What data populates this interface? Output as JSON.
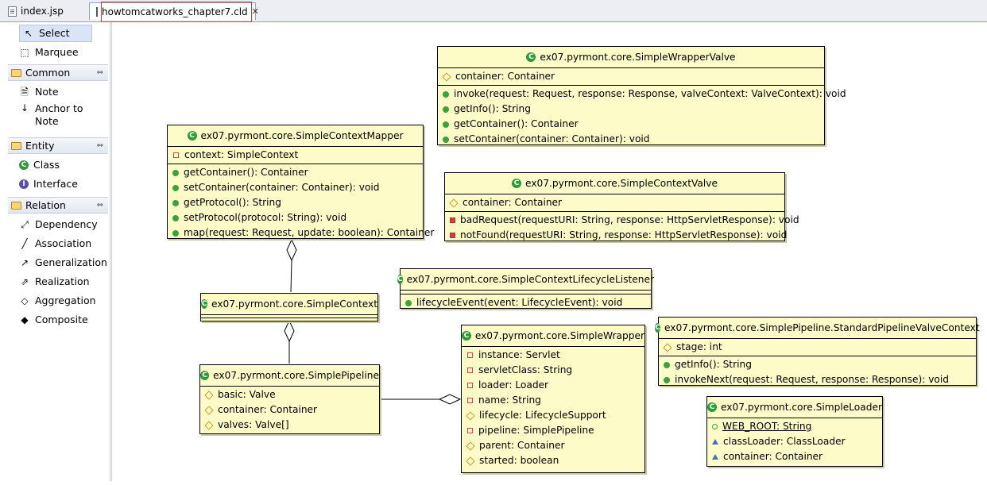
{
  "tabs": [
    {
      "label": "index.jsp",
      "active": false
    },
    {
      "label": "howtomcatworks_chapter7.cld",
      "active": true
    }
  ],
  "palette": {
    "tools": [
      {
        "label": "Select",
        "icon": "select-arrow-icon",
        "selected": true
      },
      {
        "label": "Marquee",
        "icon": "marquee-icon",
        "selected": false
      }
    ],
    "groups": [
      {
        "label": "Common",
        "items": [
          {
            "label": "Note",
            "icon": "note-icon"
          },
          {
            "label": "Anchor to Note",
            "icon": "anchor-icon"
          }
        ]
      },
      {
        "label": "Entity",
        "items": [
          {
            "label": "Class",
            "icon": "class-icon"
          },
          {
            "label": "Interface",
            "icon": "interface-icon"
          }
        ]
      },
      {
        "label": "Relation",
        "items": [
          {
            "label": "Dependency",
            "icon": "dependency-icon"
          },
          {
            "label": "Association",
            "icon": "association-icon"
          },
          {
            "label": "Generalization",
            "icon": "generalization-icon"
          },
          {
            "label": "Realization",
            "icon": "realization-icon"
          },
          {
            "label": "Aggregation",
            "icon": "aggregation-icon"
          },
          {
            "label": "Composite",
            "icon": "composite-icon"
          }
        ]
      }
    ]
  },
  "classes": {
    "wrapperValve": {
      "name": "ex07.pyrmont.core.SimpleWrapperValve",
      "fields": [
        "container: Container"
      ],
      "methods": [
        "invoke(request: Request, response: Response, valveContext: ValveContext): void",
        "getInfo(): String",
        "getContainer(): Container",
        "setContainer(container: Container): void"
      ]
    },
    "contextMapper": {
      "name": "ex07.pyrmont.core.SimpleContextMapper",
      "fields": [
        "context: SimpleContext"
      ],
      "methods": [
        "getContainer(): Container",
        "setContainer(container: Container): void",
        "getProtocol(): String",
        "setProtocol(protocol: String): void",
        "map(request: Request, update: boolean): Container"
      ]
    },
    "contextValve": {
      "name": "ex07.pyrmont.core.SimpleContextValve",
      "fields": [
        "container: Container"
      ],
      "methods": [
        "badRequest(requestURI: String, response: HttpServletResponse): void",
        "notFound(requestURI: String, response: HttpServletResponse): void"
      ]
    },
    "lifecycleListener": {
      "name": "ex07.pyrmont.core.SimpleContextLifecycleListener",
      "methods": [
        "lifecycleEvent(event: LifecycleEvent): void"
      ]
    },
    "context": {
      "name": "ex07.pyrmont.core.SimpleContext"
    },
    "pipelineValveContext": {
      "name": "ex07.pyrmont.core.SimplePipeline.StandardPipelineValveContext",
      "fields": [
        "stage: int"
      ],
      "methods": [
        "getInfo(): String",
        "invokeNext(request: Request, response: Response): void"
      ]
    },
    "wrapper": {
      "name": "ex07.pyrmont.core.SimpleWrapper",
      "fields": [
        "instance: Servlet",
        "servletClass: String",
        "loader: Loader",
        "name: String",
        "lifecycle: LifecycleSupport",
        "pipeline: SimplePipeline",
        "parent: Container",
        "started: boolean"
      ]
    },
    "pipeline": {
      "name": "ex07.pyrmont.core.SimplePipeline",
      "fields": [
        "basic: Valve",
        "container: Container",
        "valves: Valve[]"
      ]
    },
    "loader": {
      "name": "ex07.pyrmont.core.SimpleLoader",
      "fields": [
        "WEB_ROOT: String",
        "classLoader: ClassLoader",
        "container: Container"
      ]
    }
  },
  "colors": {
    "classFill": "#fdfbc8",
    "classIcon": "#2a9d3a",
    "tabHighlight": "#e03030"
  }
}
